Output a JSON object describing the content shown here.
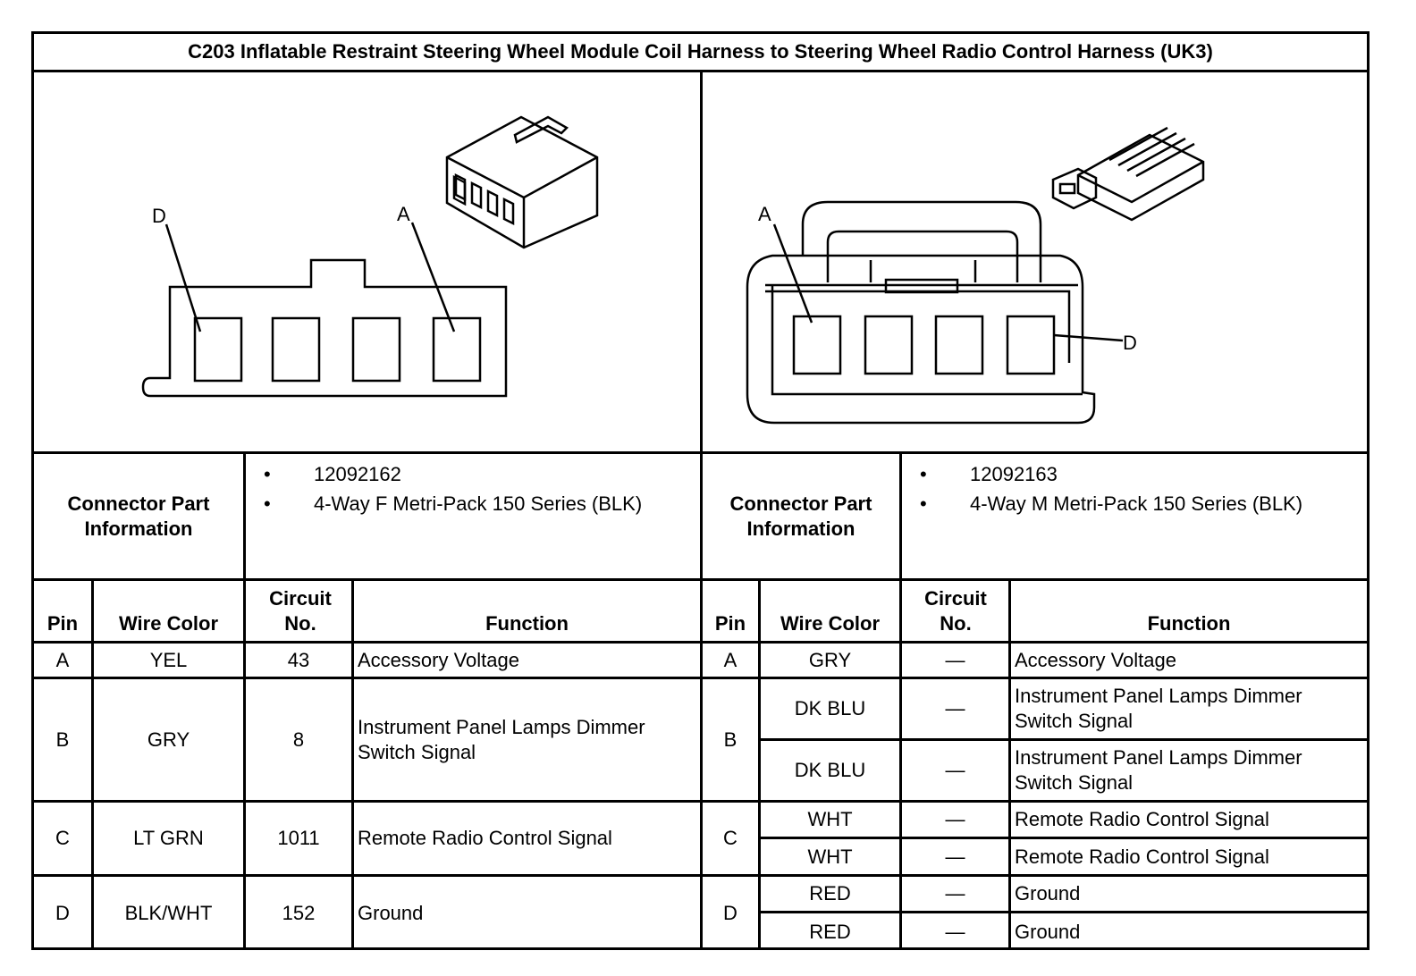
{
  "title": "C203 Inflatable Restraint Steering Wheel Module Coil Harness to Steering Wheel Radio Control Harness (UK3)",
  "left": {
    "pin_labels": [
      "D",
      "A"
    ],
    "part_label": "Connector Part Information",
    "part_info": [
      "12092162",
      "4-Way F Metri-Pack 150 Series (BLK)"
    ],
    "headers": {
      "pin": "Pin",
      "wire": "Wire Color",
      "circuit": "Circuit No.",
      "function": "Function"
    },
    "rows": [
      {
        "pin": "A",
        "wire": "YEL",
        "circuit": "43",
        "function": "Accessory Voltage"
      },
      {
        "pin": "B",
        "wire": "GRY",
        "circuit": "8",
        "function": "Instrument Panel Lamps Dimmer Switch Signal"
      },
      {
        "pin": "C",
        "wire": "LT GRN",
        "circuit": "1011",
        "function": "Remote Radio Control Signal"
      },
      {
        "pin": "D",
        "wire": "BLK/WHT",
        "circuit": "152",
        "function": "Ground"
      }
    ]
  },
  "right": {
    "pin_labels": [
      "A",
      "D"
    ],
    "part_label": "Connector Part Information",
    "part_info": [
      "12092163",
      "4-Way M Metri-Pack 150 Series (BLK)"
    ],
    "headers": {
      "pin": "Pin",
      "wire": "Wire Color",
      "circuit": "Circuit No.",
      "function": "Function"
    },
    "rows": [
      {
        "pin": "A",
        "subrows": [
          {
            "wire": "GRY",
            "circuit": "—",
            "function": "Accessory Voltage"
          }
        ]
      },
      {
        "pin": "B",
        "subrows": [
          {
            "wire": "DK BLU",
            "circuit": "—",
            "function": "Instrument Panel Lamps Dimmer Switch Signal"
          },
          {
            "wire": "DK BLU",
            "circuit": "—",
            "function": "Instrument Panel Lamps Dimmer Switch Signal"
          }
        ]
      },
      {
        "pin": "C",
        "subrows": [
          {
            "wire": "WHT",
            "circuit": "—",
            "function": "Remote Radio Control Signal"
          },
          {
            "wire": "WHT",
            "circuit": "—",
            "function": "Remote Radio Control Signal"
          }
        ]
      },
      {
        "pin": "D",
        "subrows": [
          {
            "wire": "RED",
            "circuit": "—",
            "function": "Ground"
          },
          {
            "wire": "RED",
            "circuit": "—",
            "function": "Ground"
          }
        ]
      }
    ]
  }
}
